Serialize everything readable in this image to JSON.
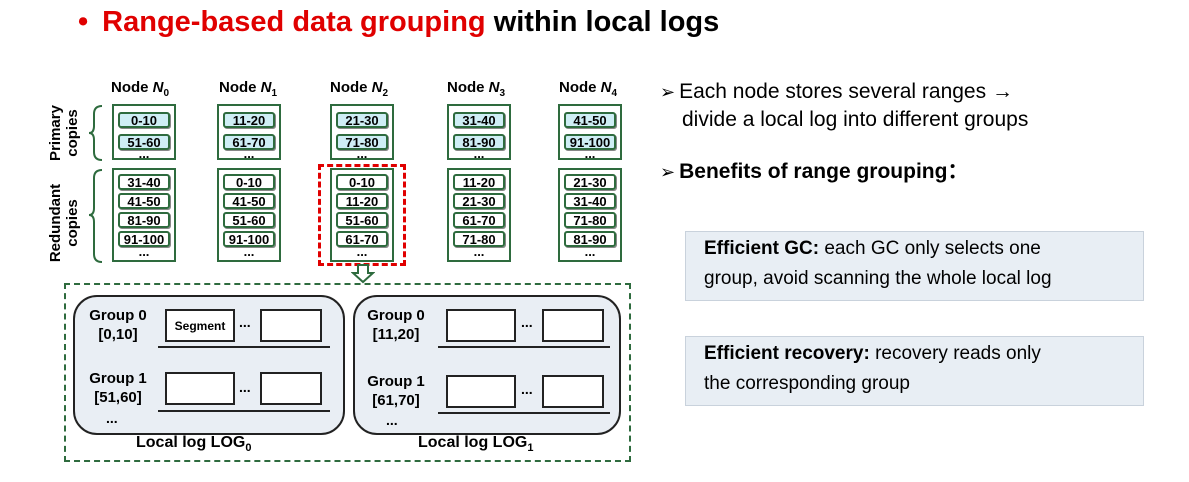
{
  "title": {
    "bullet": "•",
    "highlight": "Range-based data grouping",
    "rest": " within local logs"
  },
  "labels": {
    "primary_line1": "Primary",
    "primary_line2": "copies",
    "redundant_line1": "Redundant",
    "redundant_line2": "copies"
  },
  "nodes": [
    {
      "prefix": "Node ",
      "name": "N",
      "sub": "0",
      "primary": [
        "0-10",
        "51-60"
      ],
      "redundant": [
        "31-40",
        "41-50",
        "81-90",
        "91-100"
      ]
    },
    {
      "prefix": "Node ",
      "name": "N",
      "sub": "1",
      "primary": [
        "11-20",
        "61-70"
      ],
      "redundant": [
        "0-10",
        "41-50",
        "51-60",
        "91-100"
      ]
    },
    {
      "prefix": "Node ",
      "name": "N",
      "sub": "2",
      "primary": [
        "21-30",
        "71-80"
      ],
      "redundant": [
        "0-10",
        "11-20",
        "51-60",
        "61-70"
      ]
    },
    {
      "prefix": "Node ",
      "name": "N",
      "sub": "3",
      "primary": [
        "31-40",
        "81-90"
      ],
      "redundant": [
        "11-20",
        "21-30",
        "61-70",
        "71-80"
      ]
    },
    {
      "prefix": "Node ",
      "name": "N",
      "sub": "4",
      "primary": [
        "41-50",
        "91-100"
      ],
      "redundant": [
        "21-30",
        "31-40",
        "71-80",
        "81-90"
      ]
    }
  ],
  "ellipsis": "...",
  "logs": [
    {
      "caption_prefix": "Local log LOG",
      "caption_sub": "0",
      "groups": [
        {
          "name": "Group 0",
          "range": "[0,10]"
        },
        {
          "name": "Group 1",
          "range": "[51,60]"
        }
      ]
    },
    {
      "caption_prefix": "Local log LOG",
      "caption_sub": "1",
      "groups": [
        {
          "name": "Group 0",
          "range": "[11,20]"
        },
        {
          "name": "Group 1",
          "range": "[61,70]"
        }
      ]
    }
  ],
  "segment_label": "Segment",
  "bullets": {
    "b1_line1": "Each node stores several ranges →",
    "b1_line2": "divide a local log into different groups",
    "b2": "Benefits of range grouping："
  },
  "notes": {
    "gc_bold": "Efficient GC:",
    "gc_text1": " each GC only selects one",
    "gc_text2": "group, avoid scanning the whole local log",
    "rec_bold": "Efficient recovery:",
    "rec_text1": " recovery reads only",
    "rec_text2": "the corresponding group"
  },
  "colors": {
    "accent_red": "#e00000",
    "border_green": "#2e6b3e",
    "primary_fill": "#cfeef5",
    "box_fill": "#e8eef4"
  }
}
